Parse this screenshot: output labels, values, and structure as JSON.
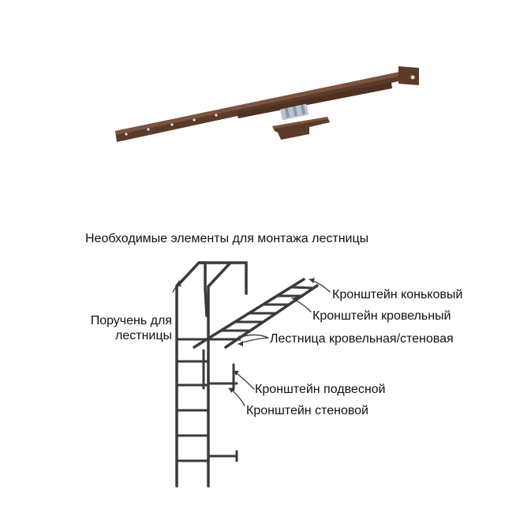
{
  "caption": "Необходимые элементы для монтажа лестницы",
  "labels": {
    "ridge_bracket": "Кронштейн коньковый",
    "roof_bracket": "Кронштейн кровельный",
    "ladder": "Лестница кровельная/стеновая",
    "hanging_bracket": "Кронштейн подвесной",
    "wall_bracket": "Кронштейн стеновой",
    "handrail": "Поручень для лестницы"
  },
  "colors": {
    "product": "#5b3a29",
    "ladder": "#3a3a3a",
    "plate": "#b9c4d0"
  }
}
